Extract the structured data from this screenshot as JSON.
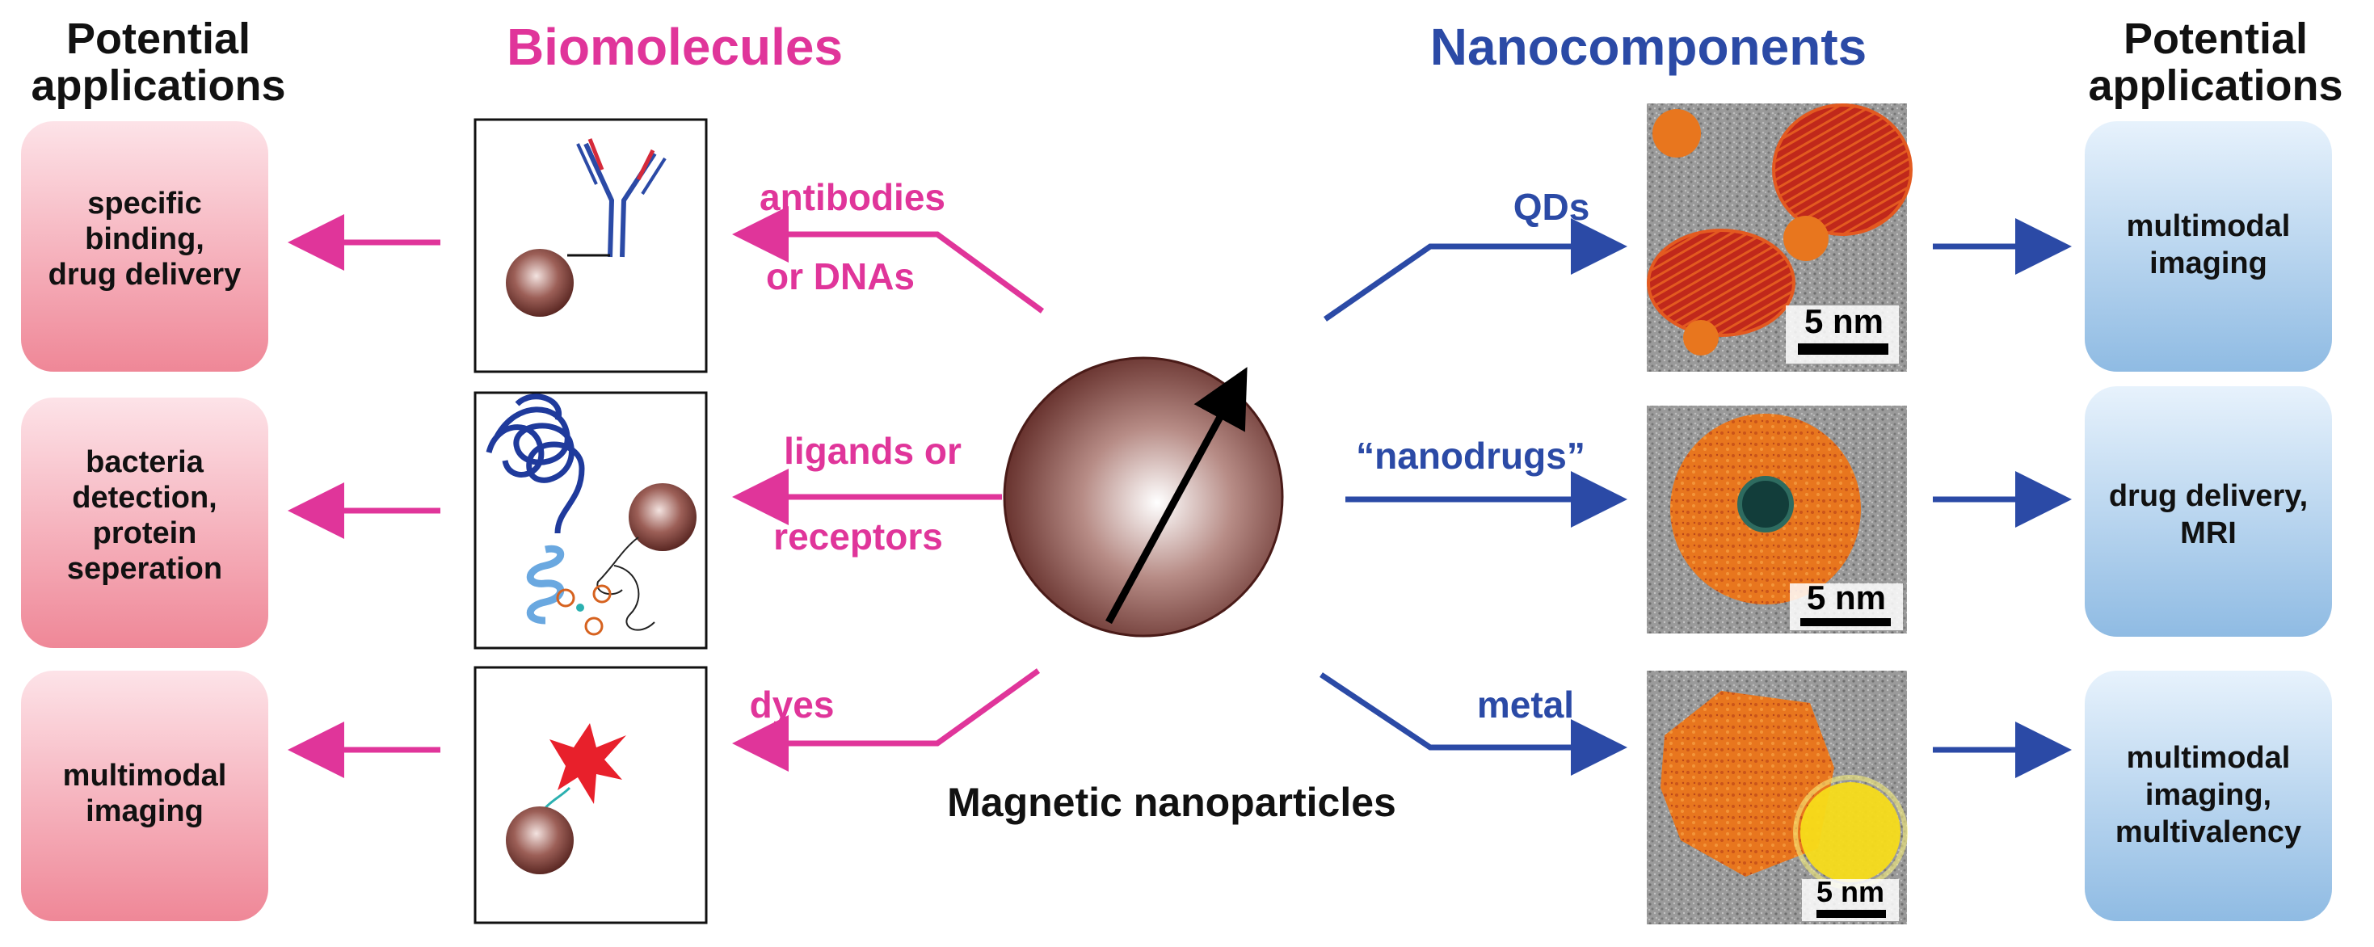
{
  "headers": {
    "left_apps": [
      "Potential",
      "applications"
    ],
    "biomolecules": "Biomolecules",
    "nanocomponents": "Nanocomponents",
    "right_apps": [
      "Potential",
      "applications"
    ]
  },
  "left_apps": [
    {
      "lines": [
        "specific",
        "binding,",
        "drug delivery"
      ]
    },
    {
      "lines": [
        "bacteria",
        "detection,",
        "protein",
        "seperation"
      ]
    },
    {
      "lines": [
        "multimodal",
        "imaging"
      ]
    }
  ],
  "bio_labels": [
    {
      "lines": [
        "antibodies",
        "or DNAs"
      ]
    },
    {
      "lines": [
        "ligands or",
        "receptors"
      ]
    },
    {
      "lines": [
        "dyes"
      ]
    }
  ],
  "center_label": "Magnetic nanoparticles",
  "nano_labels": [
    "QDs",
    "“nanodrugs”",
    "metal"
  ],
  "scale_bars": [
    "5 nm",
    "5 nm",
    "5 nm"
  ],
  "right_apps": [
    {
      "lines": [
        "multimodal",
        "imaging"
      ]
    },
    {
      "lines": [
        "drug delivery,",
        "MRI"
      ]
    },
    {
      "lines": [
        "multimodal",
        "imaging,",
        "multivalency"
      ]
    }
  ],
  "colors": {
    "magenta": "#e0359a",
    "blue": "#2b4aa6",
    "pink_box_top": "#fde0e6",
    "pink_box_bottom": "#f08c9b",
    "blue_box_top": "#e4f0fb",
    "blue_box_bottom": "#94bfe5",
    "particle": "#6b2f2a",
    "orange": "#e8761e",
    "red": "#c0281b",
    "yellow": "#f7dc1a"
  }
}
